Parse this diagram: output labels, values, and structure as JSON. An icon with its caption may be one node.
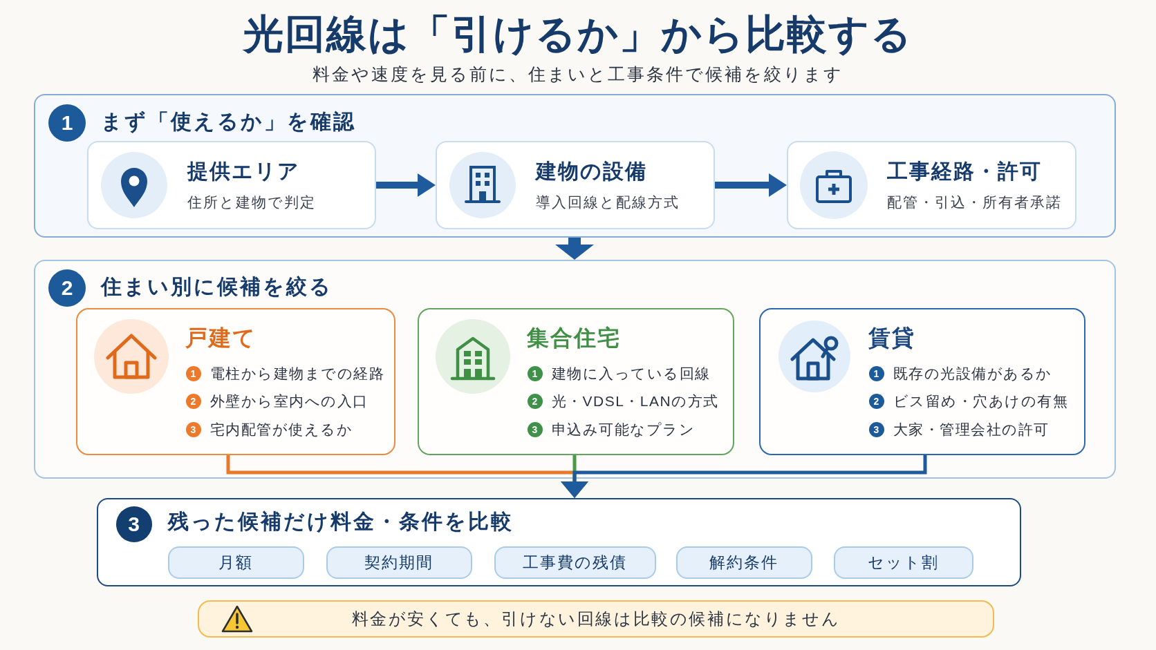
{
  "diagram": {
    "title": "光回線は「引けるか」から比較する",
    "nodes": [
      {
        "text": [
          "まず「使えるか」を確認"
        ]
      },
      {
        "text": [
          "1"
        ],
        "in": 0
      },
      {
        "text": [
          "提供エリア",
          "住所と建物で判定"
        ],
        "in": 0
      },
      {
        "text": [
          "建物の設備",
          "導入回線と配線方式"
        ],
        "in": 0
      },
      {
        "text": [
          "工事経路・許可",
          "配管・引込・所有者承諾"
        ],
        "in": 0
      },
      {
        "text": [
          "住まい別に候補を絞る"
        ]
      },
      {
        "text": [
          "2"
        ],
        "in": 5
      },
      {
        "text": [
          "戸建て",
          "電柱から建物までの経路",
          "外壁から室内への入口",
          "宅内配管が使えるか"
        ],
        "in": 5
      },
      {
        "text": [
          "1"
        ],
        "in": 7
      },
      {
        "text": [
          "2"
        ],
        "in": 7
      },
      {
        "text": [
          "3"
        ],
        "in": 7
      },
      {
        "text": [
          "集合住宅",
          "建物に入っている回線",
          "光・VDSL・LANの方式",
          "申込み可能なプラン"
        ],
        "in": 5
      },
      {
        "text": [
          "1"
        ],
        "in": 11
      },
      {
        "text": [
          "2"
        ],
        "in": 11
      },
      {
        "text": [
          "3"
        ],
        "in": 11
      },
      {
        "text": [
          "賃貸",
          "既存の光設備があるか",
          "ビス留め・穴あけの有無",
          "大家・管理会社の許可"
        ],
        "in": 5
      },
      {
        "text": [
          "1"
        ],
        "in": 15
      },
      {
        "text": [
          "2"
        ],
        "in": 15
      },
      {
        "text": [
          "3"
        ],
        "in": 15
      },
      {
        "text": [
          "残った候補だけ料金・条件を比較"
        ]
      },
      {
        "text": [
          "3"
        ],
        "in": 19
      },
      {
        "text": [
          "月額"
        ],
        "in": 19
      },
      {
        "text": [
          "契約期間"
        ],
        "in": 19
      },
      {
        "text": [
          "工事費の残債"
        ],
        "in": 19
      },
      {
        "text": [
          "解約条件"
        ],
        "in": 19
      },
      {
        "text": [
          "セット割"
        ],
        "in": 19
      },
      {
        "text": [
          "料金が安くても、引けない回線は比較の候補になりません"
        ]
      }
    ],
    "edges": [
      {
        "from": 2,
        "to": 3,
        "arrow": "to",
        "style": "thick"
      },
      {
        "from": 3,
        "to": 4,
        "arrow": "to",
        "style": "thick"
      },
      {
        "from": 0,
        "to": 5,
        "arrow": "to",
        "style": "thick"
      },
      {
        "from": 7,
        "to": 19,
        "arrow": "to",
        "color": "#e8782a"
      },
      {
        "from": 11,
        "to": 19,
        "arrow": "to",
        "color": "#4a9a4a"
      },
      {
        "from": 15,
        "to": 19,
        "arrow": "to"
      }
    ],
    "labels": [
      "料金や速度を見る前に、住まいと工事条件で候補を絞ります"
    ]
  }
}
